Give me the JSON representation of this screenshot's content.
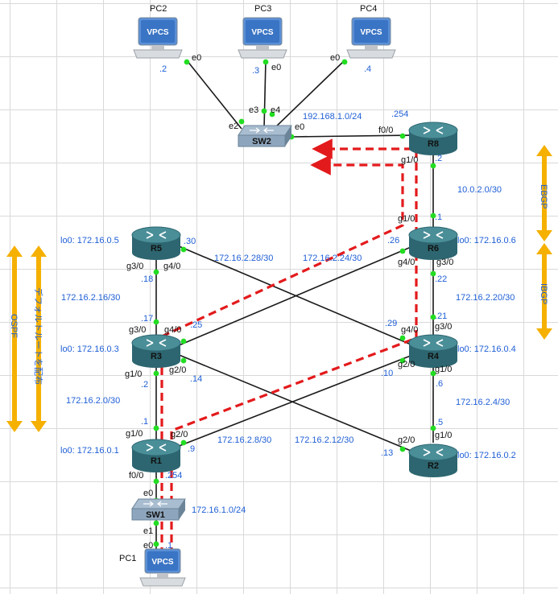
{
  "colors": {
    "link": "#1a1a1a",
    "port_dot": "#22dd22",
    "path": "#e31a1c",
    "arrow": "#f5b000",
    "text_blue": "#1f5fd6",
    "router_top": "#4a8e98",
    "router_side": "#2d6670",
    "switch_top": "#8ea6bd",
    "switch_side": "#6b8498",
    "monitor": "#3a74c4"
  },
  "icons": {
    "router": "router-icon",
    "switch": "switch-icon",
    "pc": "vpcs-pc-icon"
  },
  "pcs": {
    "pc2": {
      "name": "PC2",
      "screen": "VPCS"
    },
    "pc3": {
      "name": "PC3",
      "screen": "VPCS"
    },
    "pc4": {
      "name": "PC4",
      "screen": "VPCS"
    },
    "pc1": {
      "name": "PC1",
      "screen": "VPCS"
    }
  },
  "routers": {
    "r8": {
      "name": "R8"
    },
    "r6": {
      "name": "R6",
      "loopback": "lo0: 172.16.0.6"
    },
    "r5": {
      "name": "R5",
      "loopback": "lo0: 172.16.0.5"
    },
    "r3": {
      "name": "R3",
      "loopback": "lo0: 172.16.0.3"
    },
    "r4": {
      "name": "R4",
      "loopback": "lo0: 172.16.0.4"
    },
    "r1": {
      "name": "R1",
      "loopback": "lo0: 172.16.0.1"
    },
    "r2": {
      "name": "R2",
      "loopback": "lo0: 172.16.0.2"
    }
  },
  "switches": {
    "sw2": {
      "name": "SW2"
    },
    "sw1": {
      "name": "SW1"
    }
  },
  "networks": {
    "lan2": "192.168.1.0/24",
    "r8_r6": "10.0.2.0/30",
    "r6_r4": "172.16.2.20/30",
    "r4_r2": "172.16.2.4/30",
    "r5_r3": "172.16.2.16/30",
    "r3_r1": "172.16.2.0/30",
    "r5_r4": "172.16.2.28/30",
    "r3_r6": "172.16.2.24/30",
    "r1_r4": "172.16.2.8/30",
    "r3_r2": "172.16.2.12/30",
    "lan1": "172.16.1.0/24"
  },
  "interfaces": {
    "pc2_e0": "e0",
    "pc3_e0": "e0",
    "pc4_e0": "e0",
    "sw2_e2": "e2",
    "sw2_e3": "e3",
    "sw2_e4": "e4",
    "sw2_e0": "e0",
    "r8_f00": "f0/0",
    "r8_g10": "g1/0",
    "r6_g10": "g1/0",
    "r6_g40": "g4/0",
    "r6_g30": "g3/0",
    "r5_g30": "g3/0",
    "r5_g40": "g4/0",
    "r3_g30": "g3/0",
    "r3_g40": "g4/0",
    "r3_g10": "g1/0",
    "r3_g20": "g2/0",
    "r4_g40": "g4/0",
    "r4_g30": "g3/0",
    "r4_g20": "g2/0",
    "r4_g10": "g1/0",
    "r1_g10": "g1/0",
    "r1_g20": "g2/0",
    "r1_f00": "f0/0",
    "r2_g20": "g2/0",
    "r2_g10": "g1/0",
    "sw1_e0": "e0",
    "sw1_e1": "e1",
    "pc1_e0": "e0"
  },
  "hosts": {
    "pc2": ".2",
    "pc3": ".3",
    "pc4": ".4",
    "r8_lan": ".254",
    "r8_r6": ".2",
    "r6_r8": ".1",
    "r6_r4": ".22",
    "r4_r6": ".21",
    "r4_r2": ".6",
    "r2_r4": ".5",
    "r5_r3": ".18",
    "r3_r5": ".17",
    "r3_r1": ".2",
    "r1_r3": ".1",
    "r5_r4": ".30",
    "r4_r5": ".29",
    "r3_r6": ".25",
    "r6_r3": ".26",
    "r1_r4": ".9",
    "r4_r1": ".10",
    "r3_r2": ".14",
    "r2_r3": ".13",
    "r1_lan": ".254",
    "pc1": ".1"
  },
  "labels": {
    "ebgp": "EBGP",
    "ibgp": "IBGP",
    "ospf": "OSPF",
    "default_route": "デフォルトルートを配布"
  }
}
